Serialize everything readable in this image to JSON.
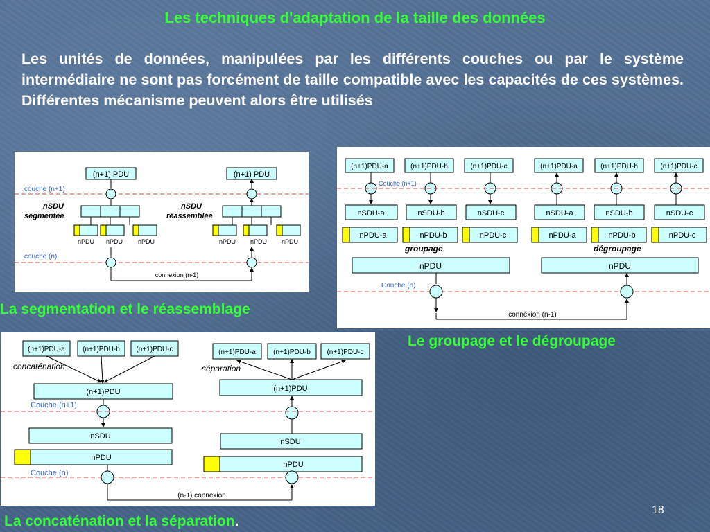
{
  "slide": {
    "title": "Les techniques d'adaptation de la taille des données",
    "paragraph": "Les unités de données, manipulées par les différents couches ou par le système intermédiaire ne sont pas forcément de taille compatible avec les capacités de ces systèmes. Différentes mécanisme peuvent alors être utilisés",
    "page_number": "18",
    "colors": {
      "title": "#33ff33",
      "background": "#4d6b8f",
      "box_fill": "#ccffff",
      "header_fill": "#ccffff",
      "marker": "#ffff00",
      "dashed_line": "#e04040",
      "layer_label": "#3366cc"
    }
  },
  "captions": {
    "segmentation": "La segmentation et le réassemblage",
    "groupage": "Le groupage et le dégroupage",
    "concatenation": "La concaténation et la séparation",
    "concatenation_dot": "."
  },
  "diagram_segmentation": {
    "pdu_left": "(n+1) PDU",
    "pdu_right": "(n+1) PDU",
    "layer_top": "couche (n+1)",
    "nsdu_left_1": "nSDU",
    "nsdu_left_2": "segmentée",
    "nsdu_right_1": "nSDU",
    "nsdu_right_2": "réassemblée",
    "npdu_labels": [
      "nPDU",
      "nPDU",
      "nPDU",
      "nPDU",
      "nPDU",
      "nPDU"
    ],
    "layer_bottom": "couche (n)",
    "connection": "connexion (n-1)"
  },
  "diagram_groupage": {
    "pdus": [
      "(n+1)PDU-a",
      "(n+1)PDU-b",
      "(n+1)PDU-c",
      "(n+1)PDU-a",
      "(n+1)PDU-b",
      "(n+1)PDU-c"
    ],
    "layer_top": "Couche (n+1)",
    "nsdus": [
      "nSDU-a",
      "nSDU-b",
      "nSDU-c",
      "nSDU-a",
      "nSDU-b",
      "nSDU-c"
    ],
    "npdus": [
      "nPDU-a",
      "nPDU-b",
      "nPDU-c",
      "nPDU-a",
      "nPDU-b",
      "nPDU-c"
    ],
    "label_groupage": "groupage",
    "label_degroupage": "dégroupage",
    "npdu_left": "nPDU",
    "npdu_right": "nPDU",
    "layer_bottom": "Couche (n)",
    "connection": "connexion (n-1)"
  },
  "diagram_concatenation": {
    "pdus_left": [
      "(n+1)PDU-a",
      "(n+1)PDU-b",
      "(n+1)PDU-c"
    ],
    "pdus_right": [
      "(n+1)PDU-a",
      "(n+1)PDU-b",
      "(n+1)PDU-c"
    ],
    "label_concatenation": "concaténation",
    "label_separation": "séparation",
    "pdu_left": "(n+1)PDU",
    "pdu_right": "(n+1)PDU",
    "layer_top": "Couche (n+1)",
    "nsdu_left": "nSDU",
    "nsdu_right": "nSDU",
    "npdu_left": "nPDU",
    "npdu_right": "nPDU",
    "layer_bottom": "Couche (n)",
    "connection": "(n-1) connexion"
  }
}
